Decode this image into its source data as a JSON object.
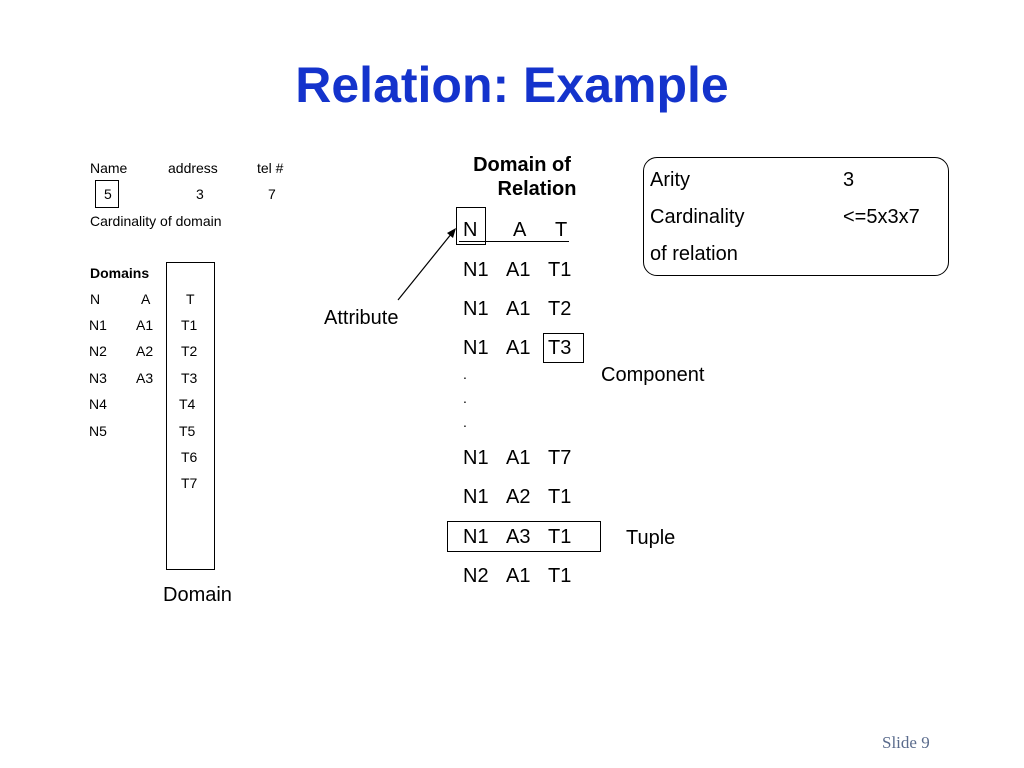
{
  "slide": {
    "title": "Relation: Example",
    "footer": "Slide 9"
  },
  "left": {
    "headers": [
      "Name",
      "address",
      "tel #"
    ],
    "values": [
      "5",
      "3",
      "7"
    ],
    "cardinality_label": "Cardinality of domain",
    "domains_title": "Domains",
    "domains_columns": [
      "N",
      "A",
      "T"
    ],
    "domains_rows": [
      [
        "N1",
        "A1",
        "T1"
      ],
      [
        "N2",
        "A2",
        "T2"
      ],
      [
        "N3",
        "A3",
        "T3"
      ],
      [
        "N4",
        "",
        "T4"
      ],
      [
        "N5",
        "",
        "T5"
      ],
      [
        "",
        "",
        "T6"
      ],
      [
        "",
        "",
        "T7"
      ]
    ],
    "domain_label": "Domain"
  },
  "relation": {
    "heading_line1": "Domain of",
    "heading_line2": "Relation",
    "columns": [
      "N",
      "A",
      "T"
    ],
    "rows_top": [
      [
        "N1",
        "A1",
        "T1"
      ],
      [
        "N1",
        "A1",
        "T2"
      ],
      [
        "N1",
        "A1",
        "T3"
      ]
    ],
    "dots": [
      ".",
      ".",
      "."
    ],
    "rows_bottom": [
      [
        "N1",
        "A1",
        "T7"
      ],
      [
        "N1",
        "A2",
        "T1"
      ],
      [
        "N1",
        "A3",
        "T1"
      ],
      [
        "N2",
        "A1",
        "T1"
      ]
    ],
    "attribute_label": "Attribute",
    "component_label": "Component",
    "tuple_label": "Tuple"
  },
  "info": {
    "arity_label": "Arity",
    "arity_value": "3",
    "cardinality_label": "Cardinality",
    "cardinality_value": "<=5x3x7",
    "of_relation": "of relation"
  }
}
